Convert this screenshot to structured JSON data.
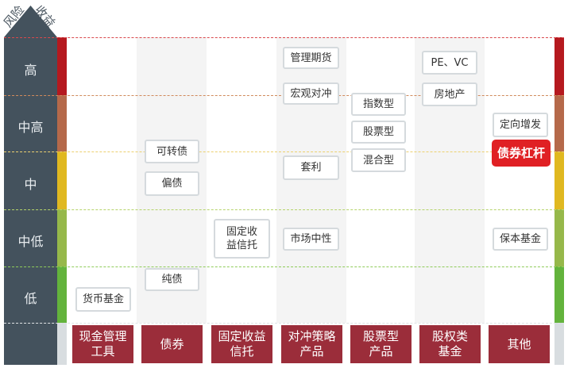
{
  "axis": {
    "risk": "风险",
    "return": "收益"
  },
  "levels": [
    "高",
    "中高",
    "中",
    "中低",
    "低"
  ],
  "colors": {
    "high": "#b5191f",
    "mid_high": "#b5694a",
    "mid": "#e0b820",
    "mid_low": "#96b84a",
    "low": "#63b33c",
    "dark": "#44525d",
    "category": "#9b2d3a",
    "highlight": "#e02024"
  },
  "categories": [
    "现金管理工具",
    "债券",
    "固定收益信托",
    "对冲策略产品",
    "股票型产品",
    "股权类基金",
    "其他"
  ],
  "products": {
    "cash": [
      "货币基金"
    ],
    "bond": [
      "可转债",
      "偏债",
      "纯债"
    ],
    "trust": [
      "固定收益信托"
    ],
    "hedge": [
      "管理期货",
      "宏观对冲",
      "套利",
      "市场中性"
    ],
    "stock": [
      "指数型",
      "股票型",
      "混合型"
    ],
    "equity": [
      "PE、VC",
      "房地产"
    ],
    "other": [
      "定向增发",
      "债券杠杆",
      "保本基金"
    ]
  }
}
